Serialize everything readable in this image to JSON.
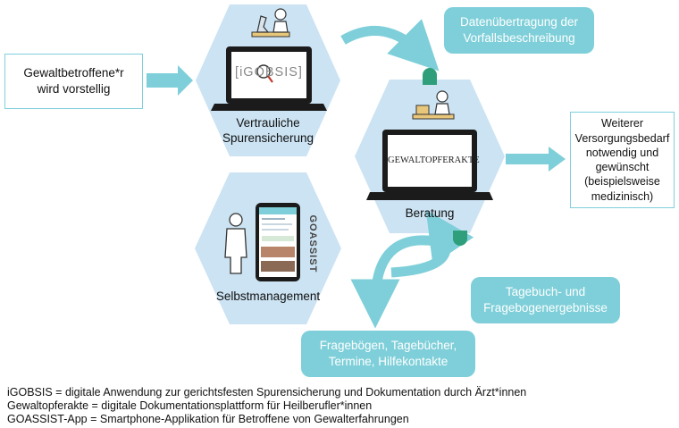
{
  "nodes": {
    "start": "Gewaltbetroffene*r\nwird vorstellig",
    "igobsis": {
      "screen_text": "[iGOBSIS]",
      "label": "Vertrauliche\nSpurensicherung"
    },
    "beratung": {
      "screen_text": "GEWALTOPFERAKTE",
      "label": "Beratung"
    },
    "selbst": {
      "brand_text": "GOASSIST",
      "label": "Selbstmanagement"
    },
    "weiterer": "Weiterer\nVersorgungsbedarf\nnotwendig und\ngewünscht\n(beispielsweise\nmedizinisch)"
  },
  "bubbles": {
    "datenuebertragung": "Datenübertragung der\nVorfallsbeschreibung",
    "tagebuch": "Tagebuch- und\nFragebogenergebnisse",
    "frageboegen": "Fragebögen, Tagebücher,\nTermine, Hilfekontakte"
  },
  "footer": [
    "iGOBSIS = digitale Anwendung zur gerichtsfesten Spurensicherung und Dokumentation durch Ärzt*innen",
    "Gewaltopferakte = digitale Dokumentationsplattform für Heilberufler*innen",
    "GOASSIST-App = Smartphone-Applikation für Betroffene von Gewalterfahrungen"
  ],
  "colors": {
    "hexagon": "#cce3f3",
    "teal": "#7ecfd9",
    "green": "#2e9f7a",
    "dark": "#1b1b1b"
  }
}
